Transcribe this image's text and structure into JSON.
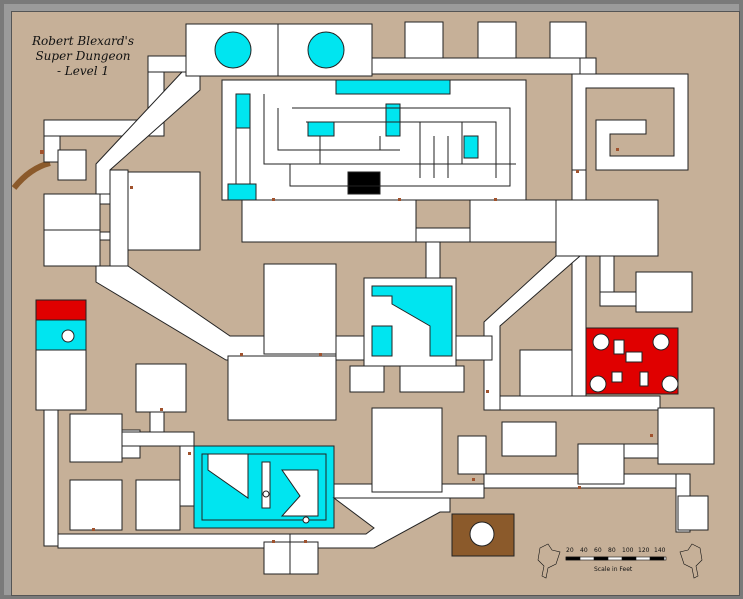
{
  "map": {
    "title_lines": [
      "Robert Blexard's",
      "Super Dungeon",
      "- Level 1"
    ],
    "scale": {
      "ticks": [
        "20",
        "40",
        "60",
        "80",
        "100",
        "120",
        "140"
      ],
      "caption": "Scale in Feet"
    },
    "colors": {
      "ground": "#c6b098",
      "corridor": "#ffffff",
      "water": "#00e5f0",
      "red_chamber": "#e00000",
      "wood": "#8b5a2b",
      "pit": "#000000"
    },
    "icons": [
      "griffin-emblem-icon",
      "door-marker-icon"
    ]
  }
}
